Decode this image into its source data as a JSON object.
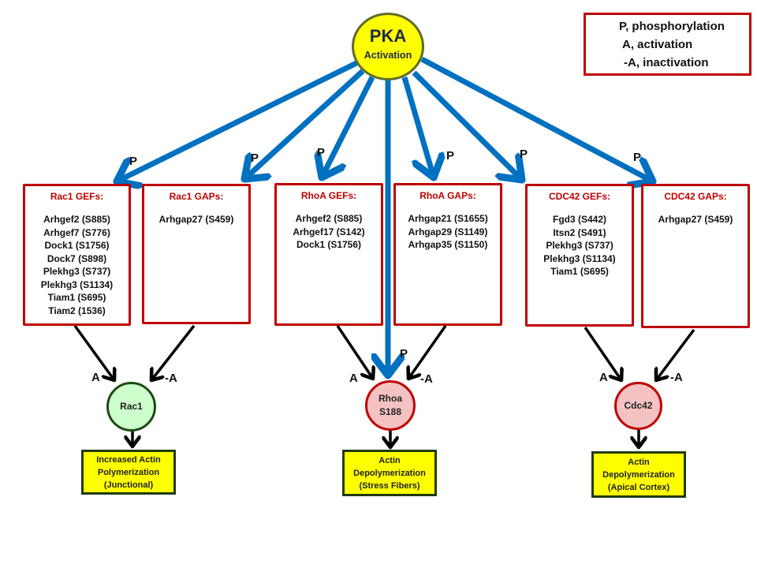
{
  "colors": {
    "pka_fill": "#ffff00",
    "phospho_arrow": "#0070c0",
    "regulator_border": "#c00000",
    "regulator_title": "#c00000",
    "rac1_fill": "#ccffcc",
    "rho_cdc_fill": "#f4c2c2",
    "output_fill": "#ffff00",
    "activation_arrow": "#000000"
  },
  "pka": {
    "title": "PKA",
    "subtitle": "Activation"
  },
  "legend": {
    "items": [
      "P, phosphorylation",
      "A, activation",
      "-A, inactivation"
    ]
  },
  "regulators": [
    {
      "title": "Rac1 GEFs:",
      "items": [
        "Arhgef2 (S885)",
        "Arhgef7 (S776)",
        "Dock1 (S1756)",
        "Dock7 (S898)",
        "Plekhg3 (S737)",
        "Plekhg3 (S1134)",
        "Tiam1 (S695)",
        "Tiam2 (1536)"
      ]
    },
    {
      "title": "Rac1 GAPs:",
      "items": [
        "Arhgap27 (S459)"
      ]
    },
    {
      "title": "RhoA GEFs:",
      "items": [
        "Arhgef2 (S885)",
        "Arhgef17 (S142)",
        "Dock1 (S1756)"
      ]
    },
    {
      "title": "RhoA GAPs:",
      "items": [
        "Arhgap21 (S1655)",
        "Arhgap29 (S1149)",
        "Arhgap35 (S1150)"
      ]
    },
    {
      "title": "CDC42 GEFs:",
      "items": [
        "Fgd3 (S442)",
        "Itsn2 (S491)",
        "Plekhg3 (S737)",
        "Plekhg3 (S1134)",
        "Tiam1 (S695)"
      ]
    },
    {
      "title": "CDC42 GAPs:",
      "items": [
        "Arhgap27 (S459)"
      ]
    }
  ],
  "edge_labels": {
    "phosphorylation": "P",
    "activation": "A",
    "inactivation": "-A"
  },
  "gtpases": {
    "rac1": {
      "line1": "Rac1",
      "line2": ""
    },
    "rhoa": {
      "line1": "Rhoa",
      "line2": "S188"
    },
    "cdc42": {
      "line1": "Cdc42",
      "line2": ""
    }
  },
  "outputs": {
    "rac1": [
      "Increased Actin",
      "Polymerization",
      "(Junctional)"
    ],
    "rhoa": [
      "Actin",
      "Depolymerization",
      "(Stress Fibers)"
    ],
    "cdc42": [
      "Actin",
      "Depolymerization",
      "(Apical Cortex)"
    ]
  }
}
